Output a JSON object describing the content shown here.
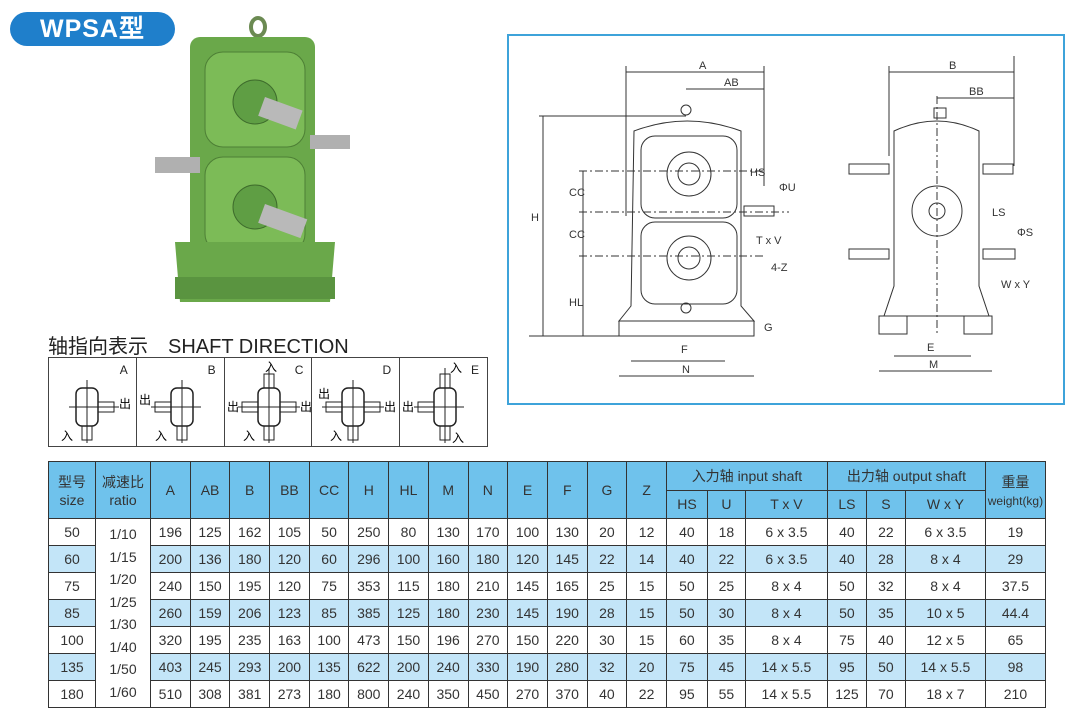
{
  "title": "WPSA型",
  "shaft_direction": {
    "title": "轴指向表示　SHAFT DIRECTION",
    "in": "入",
    "out": "出",
    "types": [
      "A",
      "B",
      "C",
      "D",
      "E"
    ]
  },
  "drawing": {
    "labels": {
      "A": "A",
      "AB": "AB",
      "H": "H",
      "CC": "CC",
      "HL": "HL",
      "HS": "HS",
      "U": "ΦU",
      "TxV": "T x V",
      "Z": "4-Z",
      "G": "G",
      "F": "F",
      "N": "N",
      "B": "B",
      "BB": "BB",
      "LS": "LS",
      "S": "ΦS",
      "WxY": "W x Y",
      "E": "E",
      "M": "M"
    }
  },
  "table": {
    "h_size_cn": "型号",
    "h_size": "size",
    "h_ratio_cn": "减速比",
    "h_ratio": "ratio",
    "cols": [
      "A",
      "AB",
      "B",
      "BB",
      "CC",
      "H",
      "HL",
      "M",
      "N",
      "E",
      "F",
      "G",
      "Z"
    ],
    "input_shaft": "入力轴 input shaft",
    "input_cols": [
      "HS",
      "U",
      "T x V"
    ],
    "output_shaft": "出力轴 output shaft",
    "output_cols": [
      "LS",
      "S",
      "W x Y"
    ],
    "h_weight_cn": "重量",
    "h_weight": "weight(kg)",
    "ratios": [
      "1/10",
      "1/15",
      "1/20",
      "1/25",
      "1/30",
      "1/40",
      "1/50",
      "1/60"
    ],
    "rows": [
      [
        "50",
        "196",
        "125",
        "162",
        "105",
        "50",
        "250",
        "80",
        "130",
        "170",
        "100",
        "130",
        "20",
        "12",
        "40",
        "18",
        "6 x 3.5",
        "40",
        "22",
        "6 x 3.5",
        "19"
      ],
      [
        "60",
        "200",
        "136",
        "180",
        "120",
        "60",
        "296",
        "100",
        "160",
        "180",
        "120",
        "145",
        "22",
        "14",
        "40",
        "22",
        "6 x 3.5",
        "40",
        "28",
        "8 x 4",
        "29"
      ],
      [
        "75",
        "240",
        "150",
        "195",
        "120",
        "75",
        "353",
        "115",
        "180",
        "210",
        "145",
        "165",
        "25",
        "15",
        "50",
        "25",
        "8 x 4",
        "50",
        "32",
        "8 x 4",
        "37.5"
      ],
      [
        "85",
        "260",
        "159",
        "206",
        "123",
        "85",
        "385",
        "125",
        "180",
        "230",
        "145",
        "190",
        "28",
        "15",
        "50",
        "30",
        "8 x 4",
        "50",
        "35",
        "10 x 5",
        "44.4"
      ],
      [
        "100",
        "320",
        "195",
        "235",
        "163",
        "100",
        "473",
        "150",
        "196",
        "270",
        "150",
        "220",
        "30",
        "15",
        "60",
        "35",
        "8 x 4",
        "75",
        "40",
        "12 x 5",
        "65"
      ],
      [
        "135",
        "403",
        "245",
        "293",
        "200",
        "135",
        "622",
        "200",
        "240",
        "330",
        "190",
        "280",
        "32",
        "20",
        "75",
        "45",
        "14 x 5.5",
        "95",
        "50",
        "14 x 5.5",
        "98"
      ],
      [
        "180",
        "510",
        "308",
        "381",
        "273",
        "180",
        "800",
        "240",
        "350",
        "450",
        "270",
        "370",
        "40",
        "22",
        "95",
        "55",
        "14 x 5.5",
        "125",
        "70",
        "18 x 7",
        "210"
      ]
    ]
  },
  "colors": {
    "brand": "#1f7fcb",
    "header": "#6fc2ec",
    "alt_row": "#c3e5f8",
    "body": "#5f9e44"
  }
}
